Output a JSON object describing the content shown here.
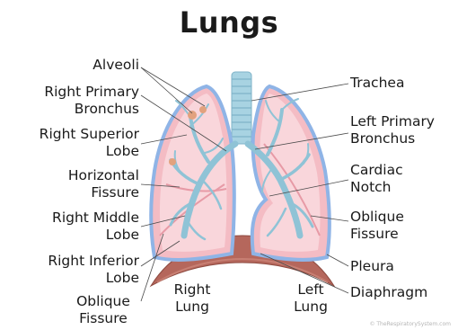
{
  "title": "Lungs",
  "labels_left": [
    {
      "lines": [
        "Alveoli"
      ]
    },
    {
      "lines": [
        "Right Primary",
        "Bronchus"
      ]
    },
    {
      "lines": [
        "Right Superior",
        "Lobe"
      ]
    },
    {
      "lines": [
        "Horizontal",
        "Fissure"
      ]
    },
    {
      "lines": [
        "Right Middle",
        "Lobe"
      ]
    },
    {
      "lines": [
        "Right Inferior",
        "Lobe"
      ]
    },
    {
      "lines": [
        "Oblique",
        "Fissure"
      ]
    }
  ],
  "labels_right": [
    {
      "lines": [
        "Trachea"
      ]
    },
    {
      "lines": [
        "Left Primary",
        "Bronchus"
      ]
    },
    {
      "lines": [
        "Cardiac",
        "Notch"
      ]
    },
    {
      "lines": [
        "Oblique",
        "Fissure"
      ]
    },
    {
      "lines": [
        "Pleura"
      ]
    },
    {
      "lines": [
        "Diaphragm"
      ]
    }
  ],
  "labels_bottom": {
    "right_lung": [
      "Right",
      "Lung"
    ],
    "left_lung": [
      "Left",
      "Lung"
    ]
  },
  "credit": "© TheRespiratorySystem.com",
  "colors": {
    "pleura": "#8fb4e6",
    "lung_fill": "#f4bcc4",
    "lung_inner": "#f9d6db",
    "bronchi": "#8fc3d6",
    "trachea": "#a8d3e2",
    "diaphragm": "#b5675c",
    "leader": "#4a4a4a"
  }
}
